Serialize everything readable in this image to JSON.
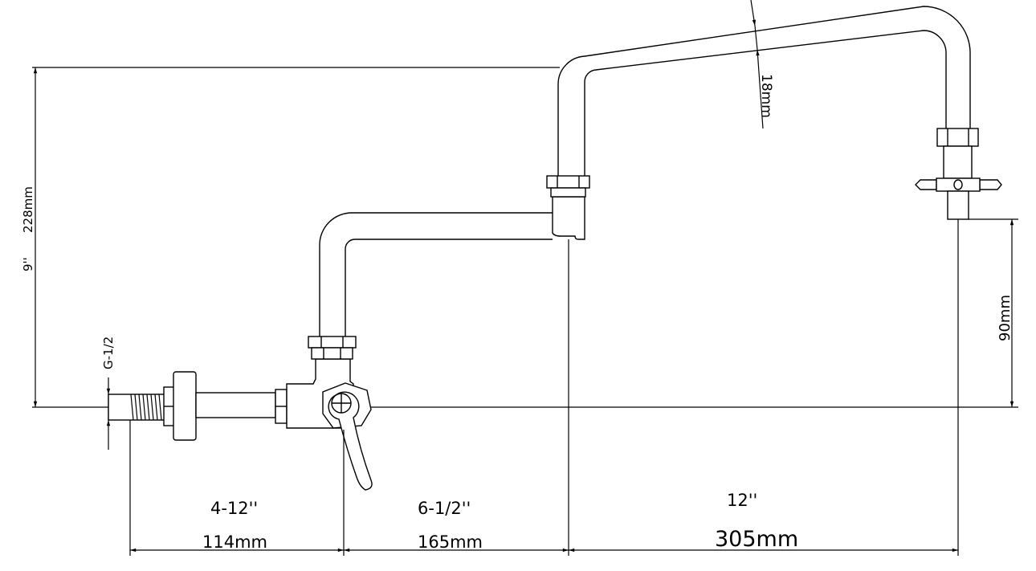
{
  "drawing": {
    "line_color": "#000000",
    "background": "#ffffff",
    "labels": {
      "height_mm": "228mm",
      "height_in": "9''",
      "thread": "G-1/2",
      "tube_dia": "18mm",
      "spout_drop": "90mm",
      "reach1_in": "4-12''",
      "reach1_mm": "114mm",
      "reach2_in": "6-1/2''",
      "reach2_mm": "165mm",
      "reach3_in": "12''",
      "reach3_mm": "305mm"
    }
  }
}
